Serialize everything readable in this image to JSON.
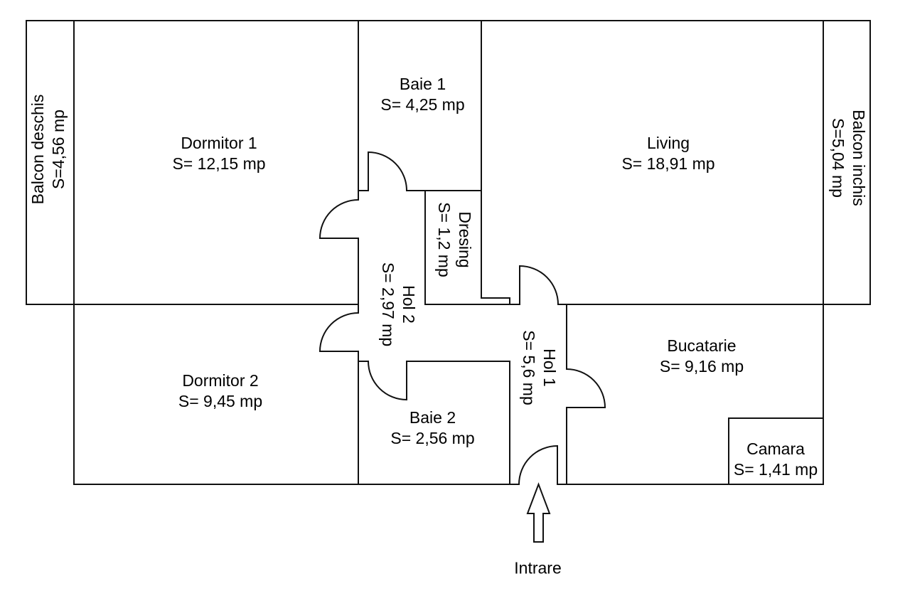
{
  "plan": {
    "rooms": [
      {
        "name": "Balcon deschis",
        "area": "S=4,56 mp"
      },
      {
        "name": "Dormitor 1",
        "area": "S= 12,15 mp"
      },
      {
        "name": "Baie 1",
        "area": "S= 4,25 mp"
      },
      {
        "name": "Living",
        "area": "S= 18,91 mp"
      },
      {
        "name": "Balcon inchis",
        "area": "S=5,04 mp"
      },
      {
        "name": "Dresing",
        "area": "S= 1,2 mp"
      },
      {
        "name": "Hol 2",
        "area": "S= 2,97 mp"
      },
      {
        "name": "Hol 1",
        "area": "S= 5,6 mp"
      },
      {
        "name": "Dormitor 2",
        "area": "S= 9,45 mp"
      },
      {
        "name": "Baie 2",
        "area": "S= 2,56 mp"
      },
      {
        "name": "Bucatarie",
        "area": "S= 9,16 mp"
      },
      {
        "name": "Camara",
        "area": "S= 1,41 mp"
      }
    ],
    "entrance": {
      "label": "Intrare",
      "icon": "arrow-up-icon"
    }
  },
  "colors": {
    "lines": "#111111",
    "text": "#000000",
    "background": "#ffffff"
  }
}
